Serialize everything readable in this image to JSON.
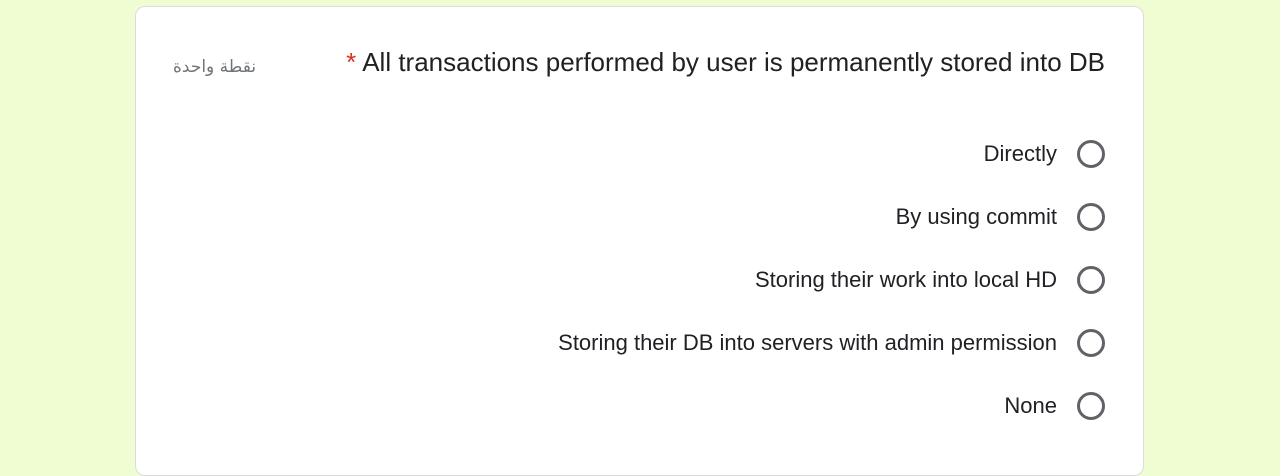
{
  "question": {
    "points_label": "نقطة واحدة",
    "required_marker": "*",
    "title": "All transactions performed by user is permanently stored into DB"
  },
  "options": [
    {
      "label": "Directly"
    },
    {
      "label": "By using commit"
    },
    {
      "label": "Storing their work into local HD"
    },
    {
      "label": "Storing their DB into servers with admin permission"
    },
    {
      "label": "None"
    }
  ],
  "colors": {
    "page_background": "#f0fcd2",
    "card_background": "#ffffff",
    "required_marker": "#d93025",
    "radio_border": "#5f6368"
  }
}
